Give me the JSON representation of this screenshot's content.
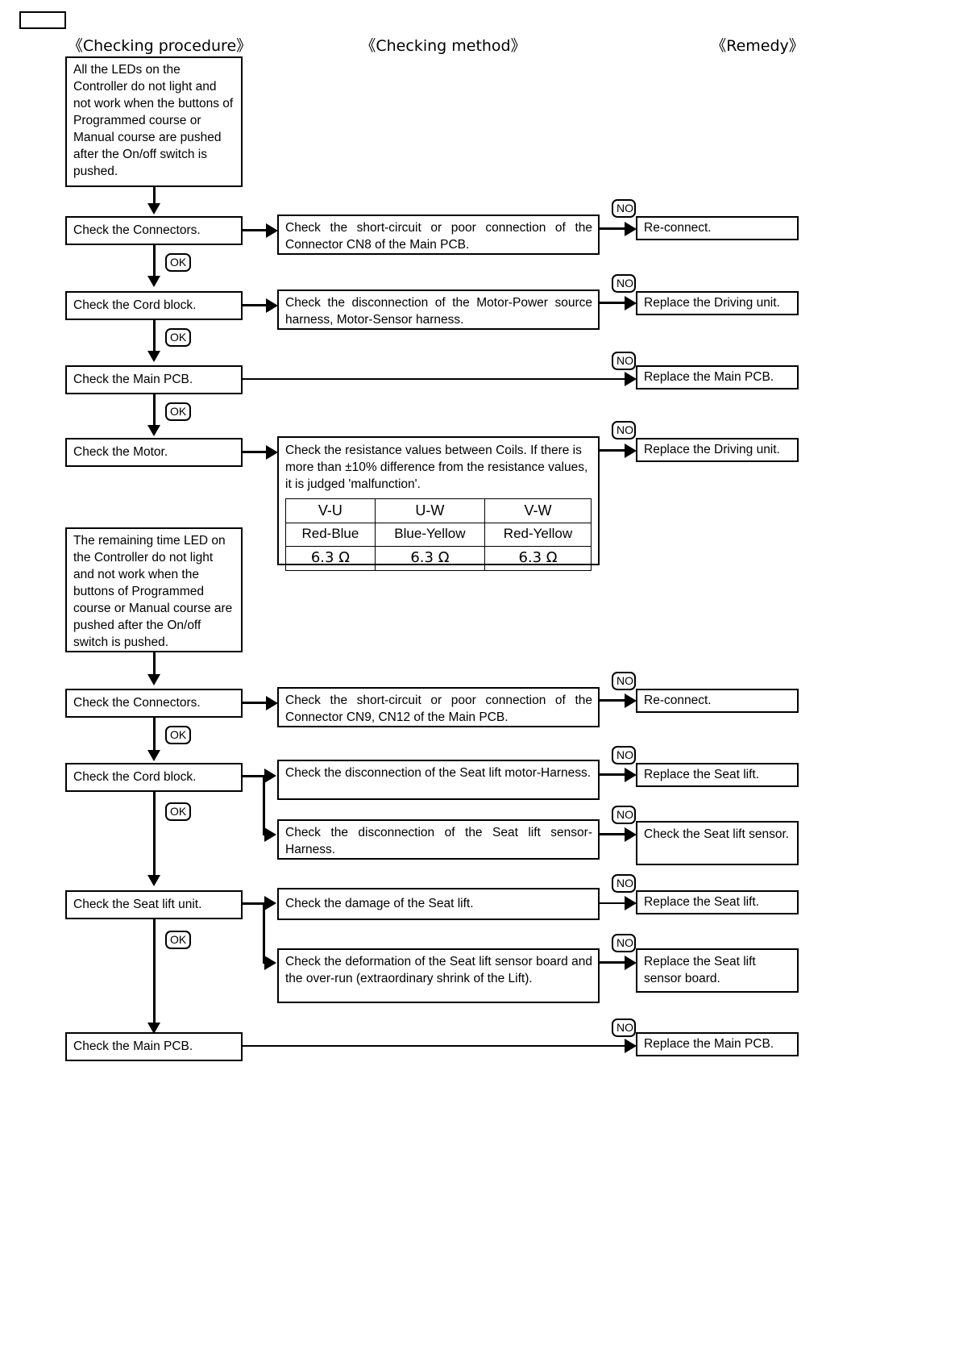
{
  "page": {
    "corner_tag": "",
    "headers": {
      "procedure": "《Checking procedure》",
      "method": "《Checking method》",
      "remedy": "《Remedy》"
    },
    "labels": {
      "ok": "OK",
      "no": "NO"
    }
  },
  "section1": {
    "symptom": "All the LEDs on the Controller do not light and not work when the buttons of Programmed course or Manual course are pushed after the On/off switch is pushed.",
    "steps": [
      {
        "procedure": "Check the Connectors.",
        "method": "Check the short-circuit or poor connection of the Connector CN8 of the Main PCB.",
        "remedy": "Re-connect.",
        "yes_label": "OK",
        "no_label": "NO"
      },
      {
        "procedure": "Check the Cord block.",
        "method": "Check the disconnection of the Motor-Power source harness, Motor-Sensor harness.",
        "remedy": "Replace the Driving unit.",
        "yes_label": "OK",
        "no_label": "NO"
      },
      {
        "procedure": "Check the Main PCB.",
        "method": "",
        "remedy": "Replace the Main PCB.",
        "yes_label": "OK",
        "no_label": "NO"
      },
      {
        "procedure": "Check the Motor.",
        "method": "Check the resistance values between Coils.  If there is more than ±10% difference from the resistance values, it is judged 'malfunction'.",
        "remedy": "Replace the Driving unit.",
        "yes_label": "",
        "no_label": "NO"
      }
    ]
  },
  "resistance_table": {
    "columns": [
      "V-U",
      "U-W",
      "V-W"
    ],
    "wire_colors": [
      "Red-Blue",
      "Blue-Yellow",
      "Red-Yellow"
    ],
    "values": [
      "6.3 Ω",
      "6.3 Ω",
      "6.3 Ω"
    ]
  },
  "section2": {
    "symptom": "The remaining time LED on the Controller do not light and not work when the buttons of Programmed course or Manual course are pushed after the On/off switch is pushed.",
    "steps": [
      {
        "procedure": "Check the Connectors.",
        "method": "Check the short-circuit or poor connection of the Connector CN9, CN12 of the Main PCB.",
        "remedy": "Re-connect.",
        "yes_label": "OK",
        "no_label": "NO"
      },
      {
        "procedure": "Check the Cord block.",
        "method": "Check the disconnection of the Seat lift motor-Harness.",
        "remedy": "Replace the Seat lift.",
        "method2": "Check the disconnection of the Seat lift sensor-Harness.",
        "remedy2": "Check the Seat lift sensor.",
        "yes_label": "OK",
        "no_label": "NO"
      },
      {
        "procedure": "Check the Seat lift unit.",
        "method": "Check the damage of the Seat lift.",
        "remedy": "Replace the Seat lift.",
        "method2": "Check the deformation of the Seat lift sensor board and the over-run (extraordinary shrink of the Lift).",
        "remedy2": "Replace the Seat lift sensor board.",
        "yes_label": "OK",
        "no_label": "NO"
      },
      {
        "procedure": "Check the Main PCB.",
        "method": "",
        "remedy": "Replace the Main PCB.",
        "yes_label": "",
        "no_label": "NO"
      }
    ]
  }
}
